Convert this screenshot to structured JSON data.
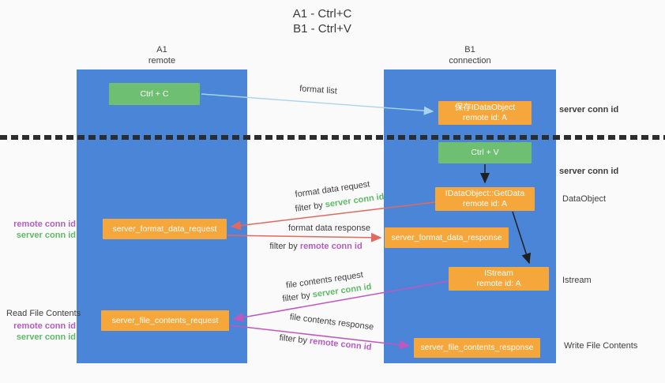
{
  "title": {
    "line1": "A1 - Ctrl+C",
    "line2": "B1 - Ctrl+V"
  },
  "colors": {
    "background": "#fafafa",
    "lane_blue": "#4a85d8",
    "box_green": "#6fbf72",
    "box_orange": "#f6a73b",
    "arrow_light_blue": "#a8d4ec",
    "arrow_red": "#e2695e",
    "arrow_magenta": "#c157be",
    "arrow_black": "#1f1f1f",
    "label_green": "#5eba64",
    "label_purple": "#b55cc4",
    "text_dark": "#3d3d3d"
  },
  "lanes": {
    "a1": {
      "name": "A1",
      "subtitle": "remote"
    },
    "b1": {
      "name": "B1",
      "subtitle": "connection"
    }
  },
  "nodes": {
    "ctrl_c": {
      "label": "Ctrl + C"
    },
    "ctrl_v": {
      "label": "Ctrl + V"
    },
    "save_idataobject": {
      "line1": "保存IDataObject",
      "line2": "remote id: A"
    },
    "getdata": {
      "line1": "IDataObject::GetData",
      "line2": "remote id: A"
    },
    "istream": {
      "line1": "IStream",
      "line2": "remote id: A"
    },
    "format_request": {
      "label": "server_format_data_request"
    },
    "format_response": {
      "label": "server_format_data_response"
    },
    "file_request": {
      "label": "server_file_contents_request"
    },
    "file_response": {
      "label": "server_file_contents_response"
    }
  },
  "flow_labels": {
    "format_list": "format list",
    "format_data_request": "format data request",
    "format_data_response": "format data response",
    "file_contents_request": "file contents request",
    "file_contents_response": "file contents response",
    "filter_by": "filter by",
    "server_conn_id": "server conn id",
    "remote_conn_id": "remote conn id"
  },
  "side_labels": {
    "server_conn_id_top": "server conn id",
    "server_conn_id_mid": "server conn id",
    "dataobject": "DataObject",
    "istream": "Istream",
    "write_file_contents": "Write File Contents",
    "read_file_contents": "Read File Contents",
    "remote_conn_id": "remote conn id",
    "server_conn_id": "server conn id"
  }
}
